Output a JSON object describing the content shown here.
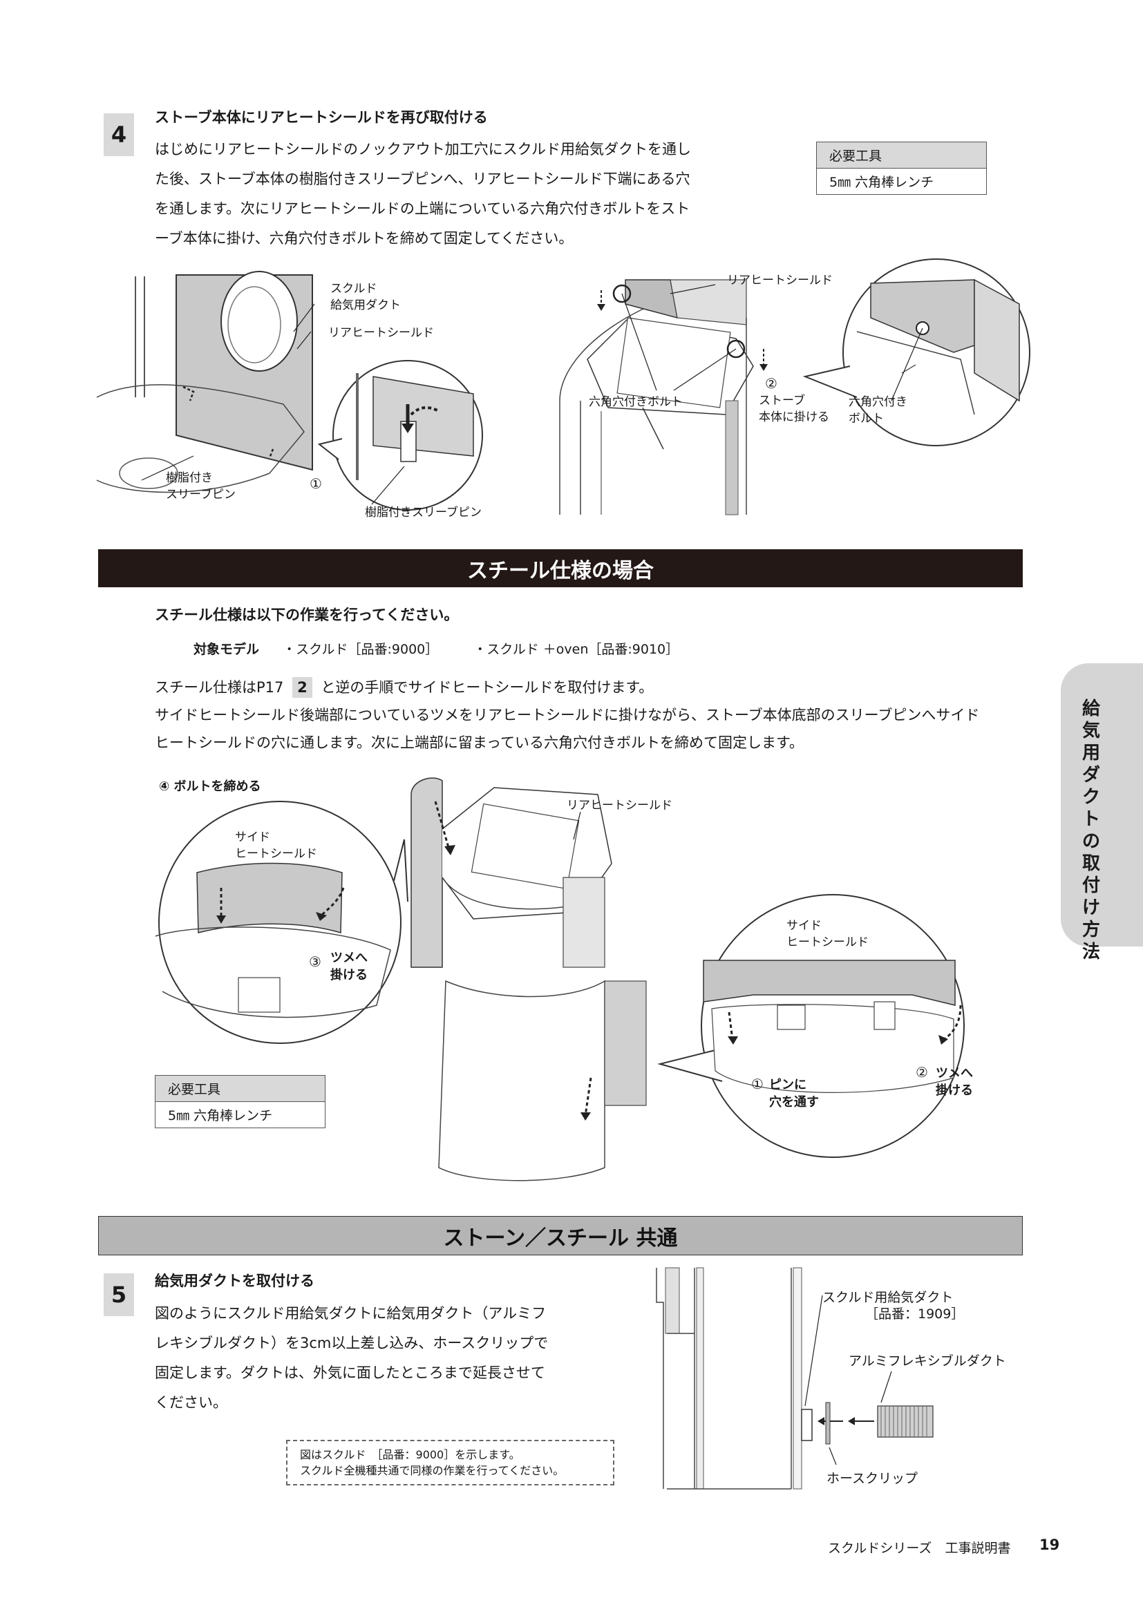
{
  "step4": {
    "number": "4",
    "title": "ストーブ本体にリアヒートシールドを再び取付ける",
    "lines": [
      "はじめにリアヒートシールドのノックアウト加工穴にスクルド用給気ダクトを通し",
      "た後、ストーブ本体の樹脂付きスリーブピンへ、リアヒートシールド下端にある穴",
      "を通します。次にリアヒートシールドの上端についている六角穴付きボルトをスト",
      "ーブ本体に掛け、六角穴付きボルトを締めて固定してください。"
    ],
    "tools_header": "必要工具",
    "tools_value": "5㎜ 六角棒レンチ",
    "labels": {
      "duct": "スクルド\n給気用ダクト",
      "rear_shield_a": "リアヒートシールド",
      "sleeve_pin": "樹脂付き\nスリーブピン",
      "circle1": "①",
      "sleeve_pin_zoom": "樹脂付きスリーブピン",
      "rear_shield_b": "リアヒートシールド",
      "hex_bolt": "六角穴付きボルト",
      "circle2": "②",
      "hang_on_stove": "ストーブ\n本体に掛ける",
      "hex_bolt_zoom": "六角穴付き\nボルト"
    }
  },
  "steel": {
    "banner": "スチール仕様の場合",
    "intro": "スチール仕様は以下の作業を行ってください。",
    "models_label": "対象モデル",
    "model1": "・スクルド［品番:9000］",
    "model2": "・スクルド ＋oven［品番:9010］",
    "line1_pre": "スチール仕様はP17",
    "line1_badge": "2",
    "line1_post": "と逆の手順でサイドヒートシールドを取付けます。",
    "line2": "サイドヒートシールド後端部についているツメをリアヒートシールドに掛けながら、ストーブ本体底部のスリーブピンへサイド",
    "line3": "ヒートシールドの穴に通します。次に上端部に留まっている六角穴付きボルトを締めて固定します。",
    "labels": {
      "bolt_tighten": "④ ボルトを締める",
      "side_shield_a": "サイド\nヒートシールド",
      "hook_a": "ツメへ\n掛ける",
      "circle3": "③",
      "rear_shield": "リアヒートシールド",
      "side_shield_b": "サイド\nヒートシールド",
      "circle1": "①",
      "pin_through": "ピンに\n穴を通す",
      "circle2": "②",
      "hook_b": "ツメへ\n掛ける"
    },
    "tools_header": "必要工具",
    "tools_value": "5㎜ 六角棒レンチ"
  },
  "common": {
    "banner": "ストーン／スチール 共通"
  },
  "step5": {
    "number": "5",
    "title": "給気用ダクトを取付ける",
    "lines": [
      "図のようにスクルド用給気ダクトに給気用ダクト（アルミフ",
      "レキシブルダクト）を3cm以上差し込み、ホースクリップで",
      "固定します。ダクトは、外気に面したところまで延長させて",
      "ください。"
    ],
    "note_lines": [
      "図はスクルド　［品番：9000］を示します。",
      "スクルド全機種共通で同様の作業を行ってください。"
    ],
    "labels": {
      "skuld_duct": "スクルド用給気ダクト",
      "part_no": "［品番：1909］",
      "alu_duct": "アルミフレキシブルダクト",
      "hose_clip": "ホースクリップ"
    }
  },
  "side_tab": "給気用ダクトの取付け方法",
  "footer": {
    "doc": "スクルドシリーズ　工事説明書",
    "page": "19"
  }
}
